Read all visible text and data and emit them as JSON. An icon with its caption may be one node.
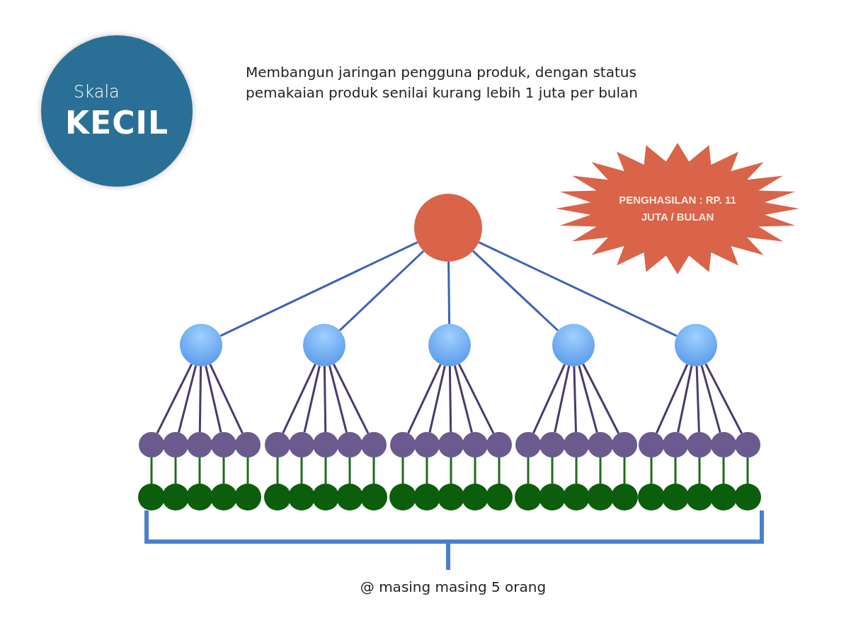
{
  "diagram": {
    "nodes": [
      {
        "text": [
          "Skala",
          "KECIL"
        ]
      },
      {
        "text": [
          "PENGHASILAN : RP. 11 JUTA / BULAN"
        ]
      },
      {
        "text": [],
        "shape": "circle"
      },
      {
        "text": [],
        "shape": "circle"
      },
      {
        "text": [],
        "shape": "circle"
      },
      {
        "text": [],
        "shape": "circle"
      },
      {
        "text": [],
        "shape": "circle"
      },
      {
        "text": [],
        "shape": "circle"
      },
      {
        "text": [],
        "shape": "circle"
      },
      {
        "text": [],
        "shape": "circle"
      },
      {
        "text": [],
        "shape": "circle"
      },
      {
        "text": [],
        "shape": "circle"
      },
      {
        "text": [],
        "shape": "circle"
      },
      {
        "text": [],
        "shape": "circle"
      },
      {
        "text": [],
        "shape": "circle"
      },
      {
        "text": [],
        "shape": "circle"
      },
      {
        "text": [],
        "shape": "circle"
      },
      {
        "text": [],
        "shape": "circle"
      },
      {
        "text": [],
        "shape": "circle"
      },
      {
        "text": [],
        "shape": "circle"
      },
      {
        "text": [],
        "shape": "circle"
      },
      {
        "text": [],
        "shape": "circle"
      },
      {
        "text": [],
        "shape": "circle"
      },
      {
        "text": [],
        "shape": "circle"
      },
      {
        "text": [],
        "shape": "circle"
      },
      {
        "text": [],
        "shape": "circle"
      },
      {
        "text": [],
        "shape": "circle"
      },
      {
        "text": [],
        "shape": "circle"
      },
      {
        "text": [],
        "shape": "circle"
      },
      {
        "text": [],
        "shape": "circle"
      },
      {
        "text": [],
        "shape": "circle"
      },
      {
        "text": [],
        "shape": "circle"
      },
      {
        "text": [],
        "shape": "circle"
      },
      {
        "text": [],
        "shape": "circle"
      },
      {
        "text": [],
        "shape": "circle"
      },
      {
        "text": [],
        "shape": "circle"
      },
      {
        "text": [],
        "shape": "circle"
      },
      {
        "text": [],
        "shape": "circle"
      },
      {
        "text": [],
        "shape": "circle"
      },
      {
        "text": [],
        "shape": "circle"
      },
      {
        "text": [],
        "shape": "circle"
      },
      {
        "text": [],
        "shape": "circle"
      },
      {
        "text": [],
        "shape": "circle"
      },
      {
        "text": [],
        "shape": "circle"
      },
      {
        "text": [],
        "shape": "circle"
      },
      {
        "text": [],
        "shape": "circle"
      },
      {
        "text": [],
        "shape": "circle"
      },
      {
        "text": [],
        "shape": "circle"
      },
      {
        "text": [],
        "shape": "circle"
      },
      {
        "text": [],
        "shape": "circle"
      },
      {
        "text": [],
        "shape": "circle"
      },
      {
        "text": [],
        "shape": "circle"
      },
      {
        "text": [],
        "shape": "circle"
      },
      {
        "text": [],
        "shape": "circle"
      },
      {
        "text": [],
        "shape": "circle"
      },
      {
        "text": [],
        "shape": "circle"
      },
      {
        "text": [],
        "shape": "circle"
      },
      {
        "text": [],
        "shape": "circle"
      }
    ],
    "edges": [
      {
        "from": 2,
        "to": 3,
        "arrow": "none",
        "color": "#3d64b5"
      },
      {
        "from": 2,
        "to": 4,
        "arrow": "none",
        "color": "#3d64b5"
      },
      {
        "from": 2,
        "to": 5,
        "arrow": "none",
        "color": "#3d64b5"
      },
      {
        "from": 2,
        "to": 6,
        "arrow": "none",
        "color": "#3d64b5"
      },
      {
        "from": 2,
        "to": 7,
        "arrow": "none",
        "color": "#3d64b5"
      },
      {
        "from": 3,
        "to": 8,
        "arrow": "none",
        "color": "#4b3a6e"
      },
      {
        "from": 3,
        "to": 9,
        "arrow": "none",
        "color": "#4b3a6e"
      },
      {
        "from": 3,
        "to": 10,
        "arrow": "none",
        "color": "#4b3a6e"
      },
      {
        "from": 3,
        "to": 11,
        "arrow": "none",
        "color": "#4b3a6e"
      },
      {
        "from": 3,
        "to": 12,
        "arrow": "none",
        "color": "#4b3a6e"
      },
      {
        "from": 4,
        "to": 13,
        "arrow": "none",
        "color": "#4b3a6e"
      },
      {
        "from": 4,
        "to": 14,
        "arrow": "none",
        "color": "#4b3a6e"
      },
      {
        "from": 4,
        "to": 15,
        "arrow": "none",
        "color": "#4b3a6e"
      },
      {
        "from": 4,
        "to": 16,
        "arrow": "none",
        "color": "#4b3a6e"
      },
      {
        "from": 4,
        "to": 17,
        "arrow": "none",
        "color": "#4b3a6e"
      },
      {
        "from": 5,
        "to": 18,
        "arrow": "none",
        "color": "#4b3a6e"
      },
      {
        "from": 5,
        "to": 19,
        "arrow": "none",
        "color": "#4b3a6e"
      },
      {
        "from": 5,
        "to": 20,
        "arrow": "none",
        "color": "#4b3a6e"
      },
      {
        "from": 5,
        "to": 21,
        "arrow": "none",
        "color": "#4b3a6e"
      },
      {
        "from": 5,
        "to": 22,
        "arrow": "none",
        "color": "#4b3a6e"
      },
      {
        "from": 6,
        "to": 23,
        "arrow": "none",
        "color": "#4b3a6e"
      },
      {
        "from": 6,
        "to": 24,
        "arrow": "none",
        "color": "#4b3a6e"
      },
      {
        "from": 6,
        "to": 25,
        "arrow": "none",
        "color": "#4b3a6e"
      },
      {
        "from": 6,
        "to": 26,
        "arrow": "none",
        "color": "#4b3a6e"
      },
      {
        "from": 6,
        "to": 27,
        "arrow": "none",
        "color": "#4b3a6e"
      },
      {
        "from": 7,
        "to": 28,
        "arrow": "none",
        "color": "#4b3a6e"
      },
      {
        "from": 7,
        "to": 29,
        "arrow": "none",
        "color": "#4b3a6e"
      },
      {
        "from": 7,
        "to": 30,
        "arrow": "none",
        "color": "#4b3a6e"
      },
      {
        "from": 7,
        "to": 31,
        "arrow": "none",
        "color": "#4b3a6e"
      },
      {
        "from": 7,
        "to": 32,
        "arrow": "none",
        "color": "#4b3a6e"
      },
      {
        "from": 8,
        "to": 33,
        "arrow": "none",
        "color": "#1f6b1f"
      },
      {
        "from": 9,
        "to": 34,
        "arrow": "none",
        "color": "#1f6b1f"
      },
      {
        "from": 10,
        "to": 35,
        "arrow": "none",
        "color": "#1f6b1f"
      },
      {
        "from": 11,
        "to": 36,
        "arrow": "none",
        "color": "#1f6b1f"
      },
      {
        "from": 12,
        "to": 37,
        "arrow": "none",
        "color": "#1f6b1f"
      },
      {
        "from": 13,
        "to": 38,
        "arrow": "none",
        "color": "#1f6b1f"
      },
      {
        "from": 14,
        "to": 39,
        "arrow": "none",
        "color": "#1f6b1f"
      },
      {
        "from": 15,
        "to": 40,
        "arrow": "none",
        "color": "#1f6b1f"
      },
      {
        "from": 16,
        "to": 41,
        "arrow": "none",
        "color": "#1f6b1f"
      },
      {
        "from": 17,
        "to": 42,
        "arrow": "none",
        "color": "#1f6b1f"
      },
      {
        "from": 18,
        "to": 43,
        "arrow": "none",
        "color": "#1f6b1f"
      },
      {
        "from": 19,
        "to": 44,
        "arrow": "none",
        "color": "#1f6b1f"
      },
      {
        "from": 20,
        "to": 45,
        "arrow": "none",
        "color": "#1f6b1f"
      },
      {
        "from": 21,
        "to": 46,
        "arrow": "none",
        "color": "#1f6b1f"
      },
      {
        "from": 22,
        "to": 47,
        "arrow": "none",
        "color": "#1f6b1f"
      },
      {
        "from": 23,
        "to": 48,
        "arrow": "none",
        "color": "#1f6b1f"
      },
      {
        "from": 24,
        "to": 49,
        "arrow": "none",
        "color": "#1f6b1f"
      },
      {
        "from": 25,
        "to": 50,
        "arrow": "none",
        "color": "#1f6b1f"
      },
      {
        "from": 26,
        "to": 51,
        "arrow": "none",
        "color": "#1f6b1f"
      },
      {
        "from": 27,
        "to": 52,
        "arrow": "none",
        "color": "#1f6b1f"
      },
      {
        "from": 28,
        "to": 53,
        "arrow": "none",
        "color": "#1f6b1f"
      },
      {
        "from": 29,
        "to": 54,
        "arrow": "none",
        "color": "#1f6b1f"
      },
      {
        "from": 30,
        "to": 55,
        "arrow": "none",
        "color": "#1f6b1f"
      },
      {
        "from": 31,
        "to": 56,
        "arrow": "none",
        "color": "#1f6b1f"
      },
      {
        "from": 32,
        "to": 57,
        "arrow": "none",
        "color": "#1f6b1f"
      }
    ],
    "labels": [
      "Membangun jaringan pengguna produk, dengan status pemakaian produk senilai kurang lebih 1 juta per bulan",
      "@ masing masing 5 orang"
    ]
  }
}
